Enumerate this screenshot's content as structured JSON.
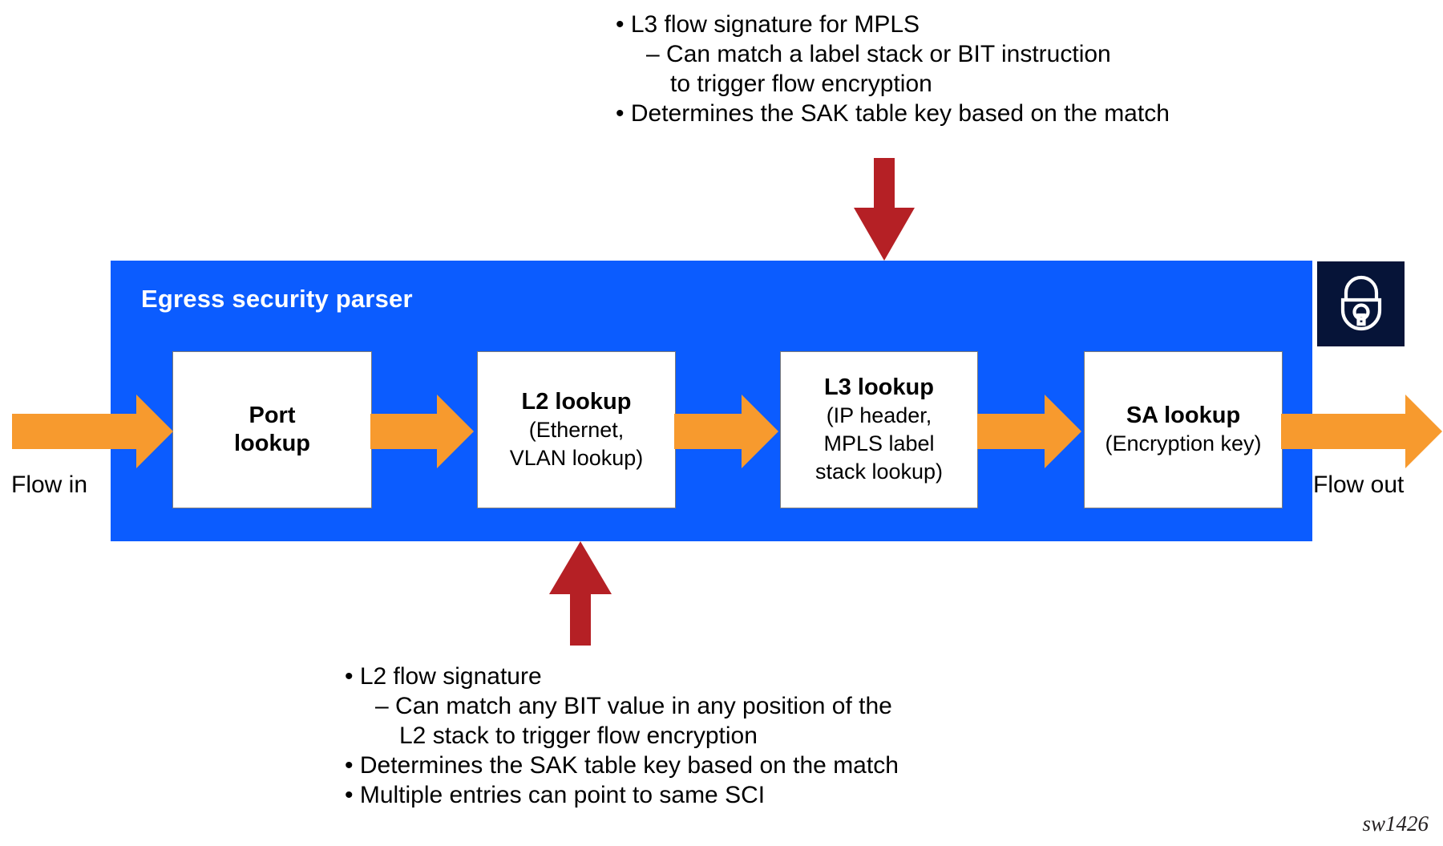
{
  "figure": {
    "id": "sw1426",
    "title": "Egress security parser"
  },
  "colors": {
    "band_blue": "#0B5CFF",
    "arrow_orange": "#F79A2E",
    "callout_red": "#B52025",
    "lock_navy": "#061438",
    "box_white": "#FFFFFF",
    "text_black": "#000000"
  },
  "top_note": {
    "lines": [
      {
        "level": 1,
        "marker": "bullet",
        "text": "L3 flow signature for MPLS"
      },
      {
        "level": 2,
        "marker": "dash",
        "text": "Can match a label stack or BIT instruction"
      },
      {
        "level": 3,
        "marker": "none",
        "text": "to trigger flow encryption"
      },
      {
        "level": 1,
        "marker": "bullet",
        "text": "Determines the SAK table key based on the match"
      }
    ]
  },
  "bottom_note": {
    "lines": [
      {
        "level": 1,
        "marker": "bullet",
        "text": "L2 flow signature"
      },
      {
        "level": 2,
        "marker": "dash",
        "text": "Can match any BIT value in any position of the"
      },
      {
        "level": 3,
        "marker": "none",
        "text": "L2 stack to trigger flow encryption"
      },
      {
        "level": 1,
        "marker": "bullet",
        "text": "Determines the SAK table key based on the match"
      },
      {
        "level": 1,
        "marker": "bullet",
        "text": "Multiple entries can point to same SCI"
      }
    ]
  },
  "pipeline": {
    "band_title": "Egress security parser",
    "flow_in_label": "Flow in",
    "flow_out_label": "Flow out",
    "stages": [
      {
        "id": "port",
        "header": "Port",
        "sub_lines": [
          "lookup"
        ]
      },
      {
        "id": "l2",
        "header": "L2 lookup",
        "sub_lines": [
          "(Ethernet,",
          "VLAN lookup)"
        ]
      },
      {
        "id": "l3",
        "header": "L3 lookup",
        "sub_lines": [
          "(IP header,",
          "MPLS label",
          "stack lookup)"
        ]
      },
      {
        "id": "sa",
        "header": "SA lookup",
        "sub_lines": [
          "(Encryption key)"
        ]
      }
    ]
  },
  "icons": {
    "lock": "padlock-icon",
    "down_callout": "red-down-arrow",
    "up_callout": "red-up-arrow"
  }
}
